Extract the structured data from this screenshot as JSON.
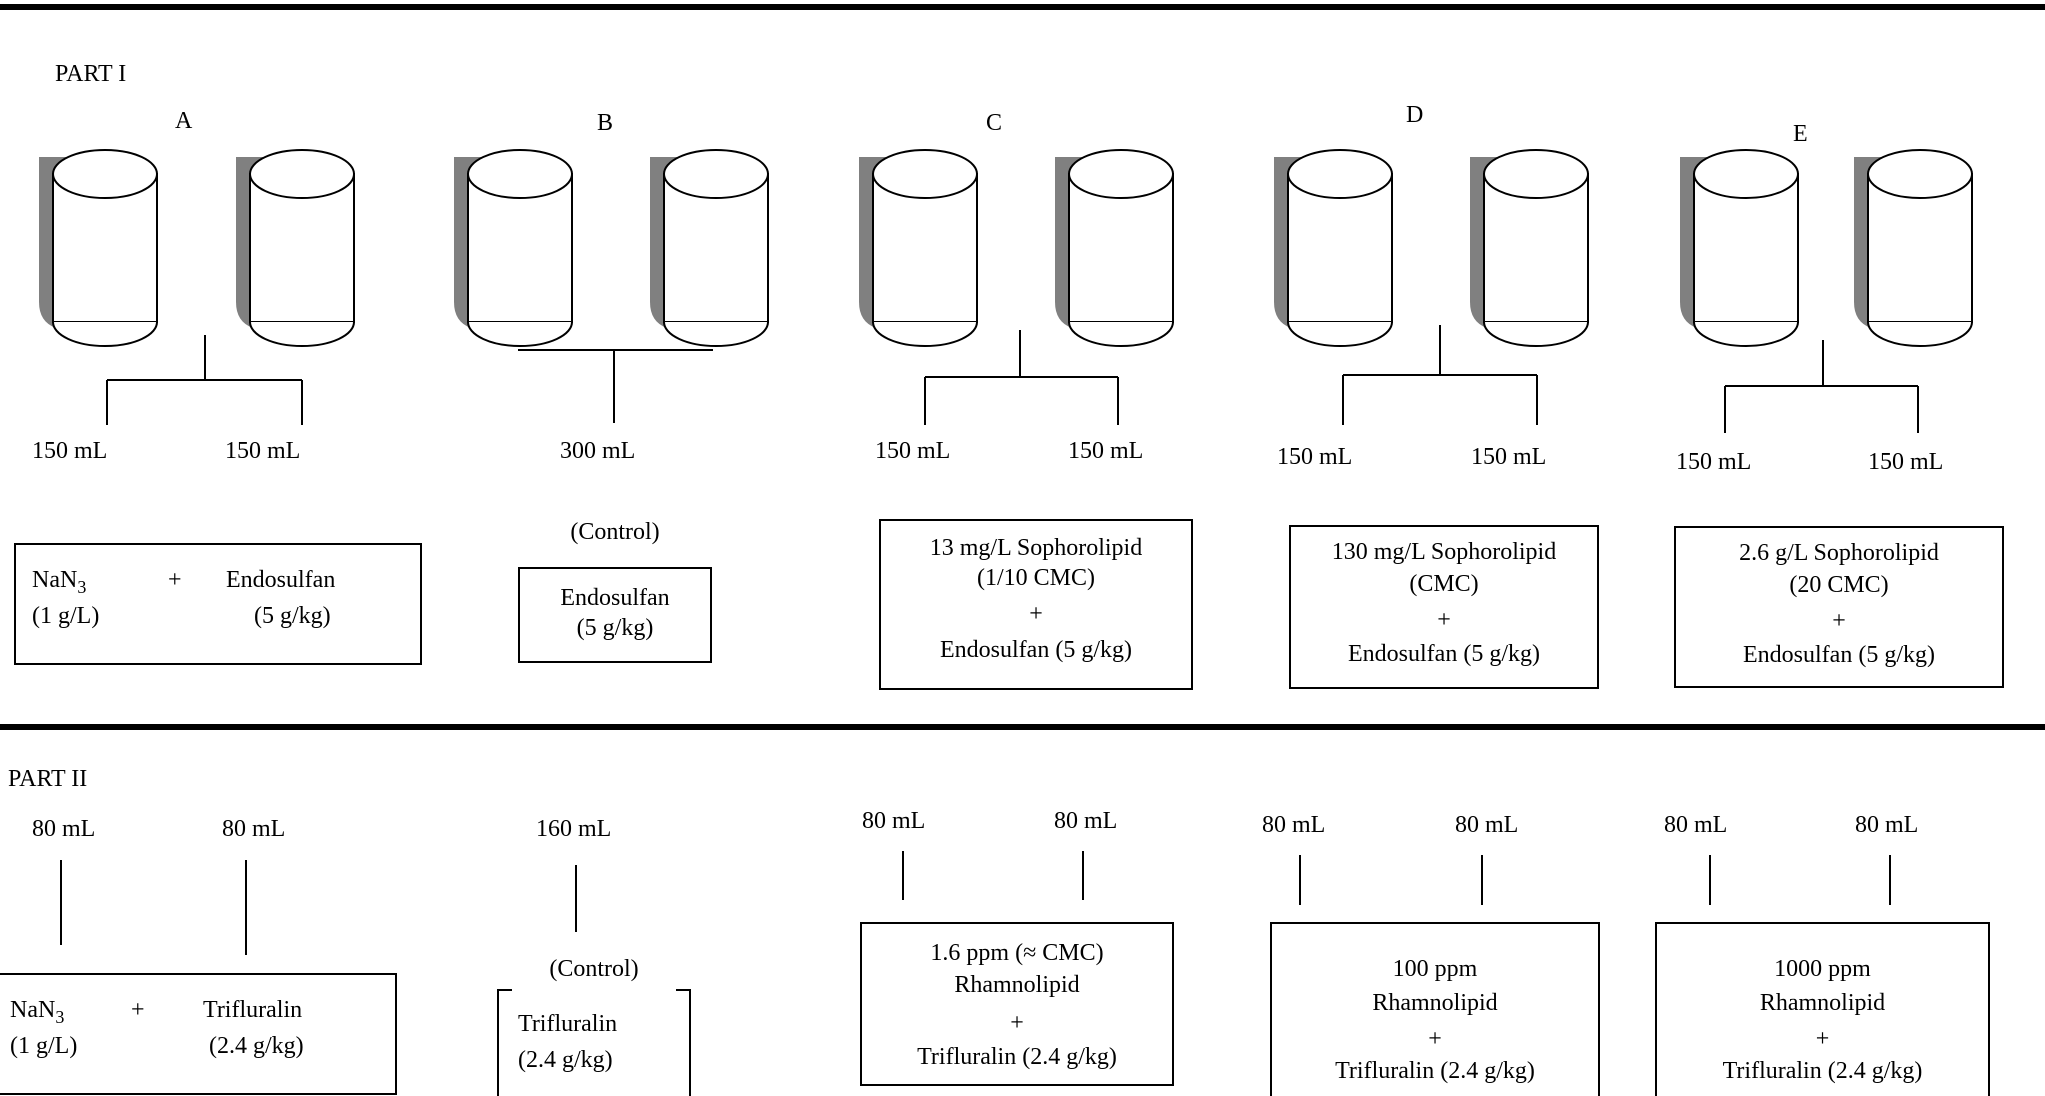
{
  "part1": {
    "title": "PART I",
    "groups": [
      {
        "letter": "A",
        "volumes": [
          "150 mL",
          "150 mL"
        ],
        "treatment": {
          "left_main": "NaN",
          "left_sub": "3",
          "left_dose": "(1 g/L)",
          "op": "+",
          "right_main": "Endosulfan",
          "right_dose": "(5 g/kg)"
        }
      },
      {
        "letter": "B",
        "volumes": [
          "300 mL"
        ],
        "header": "(Control)",
        "treatment": {
          "line1": "Endosulfan",
          "line2": "(5 g/kg)"
        }
      },
      {
        "letter": "C",
        "volumes": [
          "150 mL",
          "150 mL"
        ],
        "treatment": {
          "line1": "13 mg/L  Sophorolipid",
          "line2": "(1/10 CMC)",
          "op": "+",
          "line3": "Endosulfan (5 g/kg)"
        }
      },
      {
        "letter": "D",
        "volumes": [
          "150 mL",
          "150 mL"
        ],
        "treatment": {
          "line1": "130 mg/L  Sophorolipid",
          "line2": "(CMC)",
          "op": "+",
          "line3": "Endosulfan (5 g/kg)"
        }
      },
      {
        "letter": "E",
        "volumes": [
          "150 mL",
          "150 mL"
        ],
        "treatment": {
          "line1": "2.6 g/L  Sophorolipid",
          "line2": "(20 CMC)",
          "op": "+",
          "line3": "Endosulfan (5 g/kg)"
        }
      }
    ]
  },
  "part2": {
    "title": "PART II",
    "groups": [
      {
        "volumes": [
          "80 mL",
          "80 mL"
        ],
        "treatment": {
          "left_main": "NaN",
          "left_sub": "3",
          "left_dose": "(1 g/L)",
          "op": "+",
          "right_main": "Trifluralin",
          "right_dose": "(2.4 g/kg)"
        }
      },
      {
        "volumes": [
          "160 mL"
        ],
        "header": "(Control)",
        "treatment": {
          "line1": "Trifluralin",
          "line2": "(2.4 g/kg)"
        }
      },
      {
        "volumes": [
          "80 mL",
          "80 mL"
        ],
        "treatment": {
          "line1": "1.6 ppm (≈ CMC)",
          "line2": "Rhamnolipid",
          "op": "+",
          "line3": "Trifluralin (2.4 g/kg)"
        }
      },
      {
        "volumes": [
          "80 mL",
          "80 mL"
        ],
        "treatment": {
          "line1": "100 ppm",
          "line2": "Rhamnolipid",
          "op": "+",
          "line3": "Trifluralin (2.4 g/kg)"
        }
      },
      {
        "volumes": [
          "80 mL",
          "80 mL"
        ],
        "treatment": {
          "line1": "1000 ppm",
          "line2": "Rhamnolipid",
          "op": "+",
          "line3": "Trifluralin (2.4 g/kg)"
        }
      }
    ]
  }
}
